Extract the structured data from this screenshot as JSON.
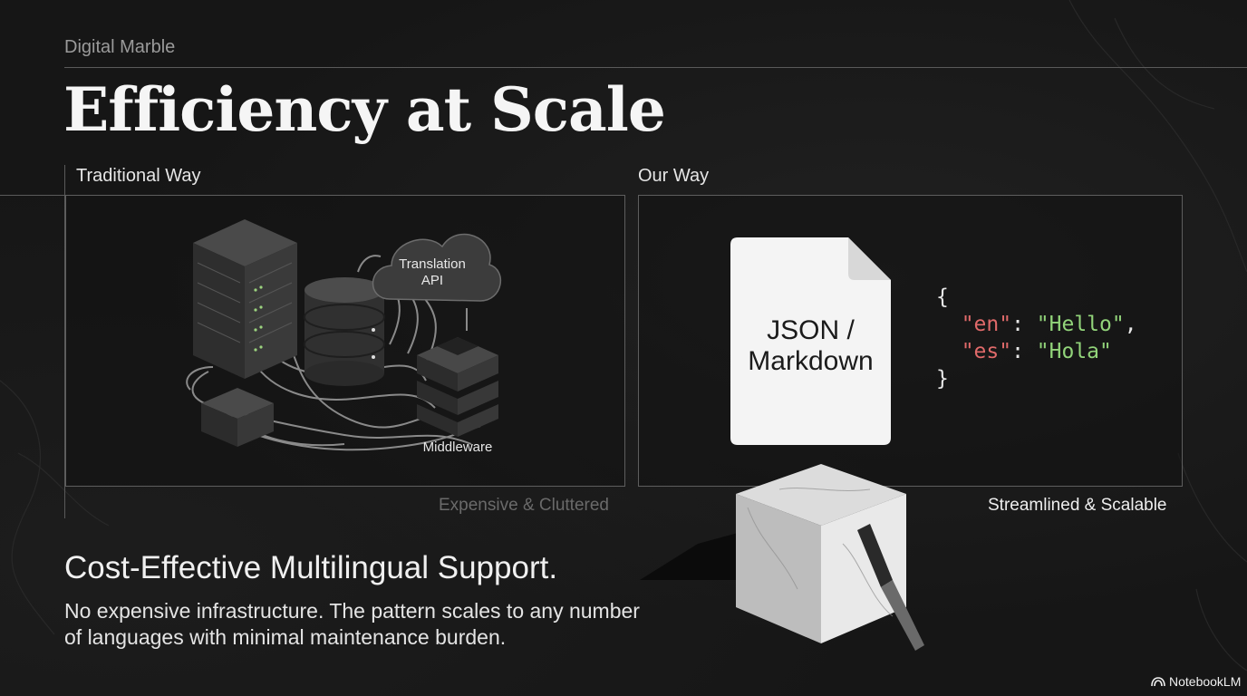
{
  "header": {
    "eyebrow": "Digital Marble",
    "title": "Efficiency at Scale"
  },
  "traditional": {
    "label": "Traditional Way",
    "caption": "Expensive & Cluttered",
    "cloud_label_1": "Translation",
    "cloud_label_2": "API",
    "middleware_label": "Middleware"
  },
  "our_way": {
    "label": "Our Way",
    "caption": "Streamlined & Scalable",
    "doc_line_1": "JSON /",
    "doc_line_2": "Markdown",
    "code": {
      "open_brace": "{",
      "line1_key": "\"en\"",
      "line1_value": "\"Hello\"",
      "line2_key": "\"es\"",
      "line2_value": "\"Hola\"",
      "close_brace": "}"
    }
  },
  "summary": {
    "heading": "Cost-Effective Multilingual Support.",
    "body": "No expensive infrastructure. The pattern scales to any number of languages with minimal maintenance burden."
  },
  "footer": {
    "brand": "NotebookLM"
  },
  "colors": {
    "background": "#161616",
    "json_key": "#e06a6a",
    "json_value": "#92d47a",
    "rule": "#5a5a5a"
  }
}
